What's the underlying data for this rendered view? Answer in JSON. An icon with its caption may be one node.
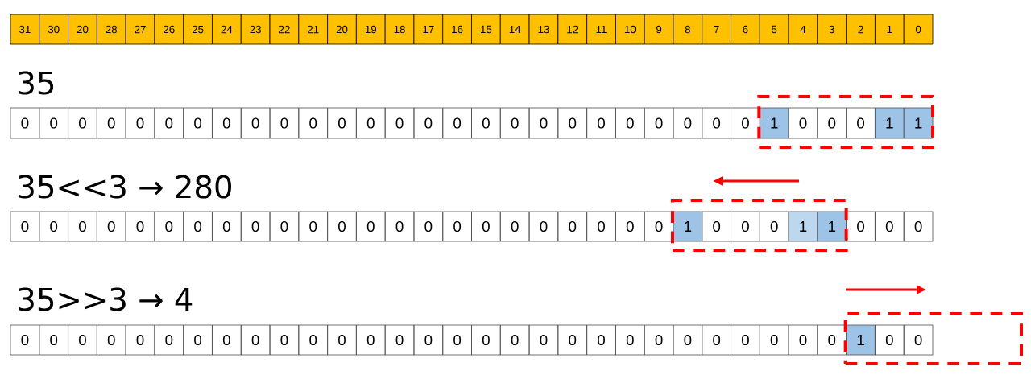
{
  "diagram": {
    "nodes": [
      {
        "text": [
          "31"
        ]
      },
      {
        "text": [
          "30"
        ]
      },
      {
        "text": [
          "20"
        ]
      },
      {
        "text": [
          "28"
        ]
      },
      {
        "text": [
          "27"
        ]
      },
      {
        "text": [
          "26"
        ]
      },
      {
        "text": [
          "25"
        ]
      },
      {
        "text": [
          "24"
        ]
      },
      {
        "text": [
          "23"
        ]
      },
      {
        "text": [
          "22"
        ]
      },
      {
        "text": [
          "21"
        ]
      },
      {
        "text": [
          "20"
        ]
      },
      {
        "text": [
          "19"
        ]
      },
      {
        "text": [
          "18"
        ]
      },
      {
        "text": [
          "17"
        ]
      },
      {
        "text": [
          "16"
        ]
      },
      {
        "text": [
          "15"
        ]
      },
      {
        "text": [
          "14"
        ]
      },
      {
        "text": [
          "13"
        ]
      },
      {
        "text": [
          "12"
        ]
      },
      {
        "text": [
          "11"
        ]
      },
      {
        "text": [
          "10"
        ]
      },
      {
        "text": [
          "9"
        ]
      },
      {
        "text": [
          "8"
        ]
      },
      {
        "text": [
          "7"
        ]
      },
      {
        "text": [
          "6"
        ]
      },
      {
        "text": [
          "5"
        ]
      },
      {
        "text": [
          "4"
        ]
      },
      {
        "text": [
          "3"
        ]
      },
      {
        "text": [
          "2"
        ]
      },
      {
        "text": [
          "1"
        ]
      },
      {
        "text": [
          "0"
        ]
      },
      {
        "text": [],
        "shape": "box"
      },
      {
        "text": [
          "0"
        ]
      },
      {
        "text": [
          "0"
        ]
      },
      {
        "text": [
          "0"
        ]
      },
      {
        "text": [
          "0"
        ]
      },
      {
        "text": [
          "0"
        ]
      },
      {
        "text": [
          "0"
        ]
      },
      {
        "text": [
          "0"
        ]
      },
      {
        "text": [
          "0"
        ]
      },
      {
        "text": [
          "0"
        ]
      },
      {
        "text": [
          "0"
        ]
      },
      {
        "text": [
          "0"
        ]
      },
      {
        "text": [
          "0"
        ]
      },
      {
        "text": [
          "0"
        ]
      },
      {
        "text": [
          "0"
        ]
      },
      {
        "text": [
          "0"
        ]
      },
      {
        "text": [
          "0"
        ]
      },
      {
        "text": [
          "0"
        ]
      },
      {
        "text": [
          "0"
        ]
      },
      {
        "text": [
          "0"
        ]
      },
      {
        "text": [
          "0"
        ]
      },
      {
        "text": [
          "0"
        ]
      },
      {
        "text": [
          "0"
        ]
      },
      {
        "text": [
          "0"
        ]
      },
      {
        "text": [
          "0"
        ]
      },
      {
        "text": [
          "0"
        ]
      },
      {
        "text": [
          "0"
        ]
      },
      {
        "text": [
          "1"
        ],
        "in": 32
      },
      {
        "text": [
          "0"
        ],
        "in": 32
      },
      {
        "text": [
          "0"
        ],
        "in": 32
      },
      {
        "text": [
          "0"
        ],
        "in": 32
      },
      {
        "text": [
          "1"
        ],
        "in": 32
      },
      {
        "text": [
          "1"
        ],
        "in": 32
      },
      {
        "text": [],
        "shape": "box"
      },
      {
        "text": [
          "0"
        ]
      },
      {
        "text": [
          "0"
        ]
      },
      {
        "text": [
          "0"
        ]
      },
      {
        "text": [
          "0"
        ]
      },
      {
        "text": [
          "0"
        ]
      },
      {
        "text": [
          "0"
        ]
      },
      {
        "text": [
          "0"
        ]
      },
      {
        "text": [
          "0"
        ]
      },
      {
        "text": [
          "0"
        ]
      },
      {
        "text": [
          "0"
        ]
      },
      {
        "text": [
          "0"
        ]
      },
      {
        "text": [
          "0"
        ]
      },
      {
        "text": [
          "0"
        ]
      },
      {
        "text": [
          "0"
        ]
      },
      {
        "text": [
          "0"
        ]
      },
      {
        "text": [
          "0"
        ]
      },
      {
        "text": [
          "0"
        ]
      },
      {
        "text": [
          "0"
        ]
      },
      {
        "text": [
          "0"
        ]
      },
      {
        "text": [
          "0"
        ]
      },
      {
        "text": [
          "0"
        ]
      },
      {
        "text": [
          "0"
        ]
      },
      {
        "text": [
          "0"
        ]
      },
      {
        "text": [
          "1"
        ],
        "in": 65
      },
      {
        "text": [
          "0"
        ],
        "in": 65
      },
      {
        "text": [
          "0"
        ],
        "in": 65
      },
      {
        "text": [
          "0"
        ],
        "in": 65
      },
      {
        "text": [
          "1"
        ],
        "in": 65
      },
      {
        "text": [
          "1"
        ],
        "in": 65
      },
      {
        "text": [
          "0"
        ]
      },
      {
        "text": [
          "0"
        ]
      },
      {
        "text": [
          "0"
        ]
      },
      {
        "text": [],
        "shape": "box"
      },
      {
        "text": [
          "0"
        ]
      },
      {
        "text": [
          "0"
        ]
      },
      {
        "text": [
          "0"
        ]
      },
      {
        "text": [
          "0"
        ]
      },
      {
        "text": [
          "0"
        ]
      },
      {
        "text": [
          "0"
        ]
      },
      {
        "text": [
          "0"
        ]
      },
      {
        "text": [
          "0"
        ]
      },
      {
        "text": [
          "0"
        ]
      },
      {
        "text": [
          "0"
        ]
      },
      {
        "text": [
          "0"
        ]
      },
      {
        "text": [
          "0"
        ]
      },
      {
        "text": [
          "0"
        ]
      },
      {
        "text": [
          "0"
        ]
      },
      {
        "text": [
          "0"
        ]
      },
      {
        "text": [
          "0"
        ]
      },
      {
        "text": [
          "0"
        ]
      },
      {
        "text": [
          "0"
        ]
      },
      {
        "text": [
          "0"
        ]
      },
      {
        "text": [
          "0"
        ]
      },
      {
        "text": [
          "0"
        ]
      },
      {
        "text": [
          "0"
        ]
      },
      {
        "text": [
          "0"
        ]
      },
      {
        "text": [
          "0"
        ]
      },
      {
        "text": [
          "0"
        ]
      },
      {
        "text": [
          "0"
        ]
      },
      {
        "text": [
          "0"
        ]
      },
      {
        "text": [
          "0"
        ]
      },
      {
        "text": [
          "0"
        ]
      },
      {
        "text": [
          "1"
        ],
        "in": 98
      },
      {
        "text": [
          "0"
        ],
        "in": 98
      },
      {
        "text": [
          "0"
        ],
        "in": 98
      }
    ],
    "labels": [
      "35",
      "35<<3 → 280",
      "35>>3 → 4"
    ]
  }
}
